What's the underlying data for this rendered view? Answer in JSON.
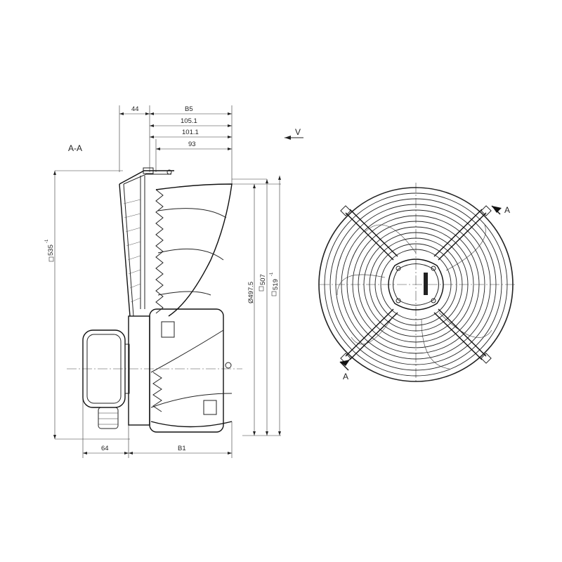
{
  "section_label": "A-A",
  "view_label": "V",
  "section_marker_top": "A",
  "section_marker_bottom": "A",
  "dims_top": {
    "d44": "44",
    "b5": "B5",
    "d105": "105.1",
    "d101": "101.1",
    "d93": "93"
  },
  "dims_bottom": {
    "d64": "64",
    "b1": "B1"
  },
  "dims_vertical": {
    "sq535": "535",
    "sq535_tol": "-1",
    "dia497": "Ø497.5",
    "sq507": "507",
    "sq519": "519",
    "sq519_tol": "-1"
  },
  "colors": {
    "line": "#222222",
    "background": "#ffffff"
  }
}
